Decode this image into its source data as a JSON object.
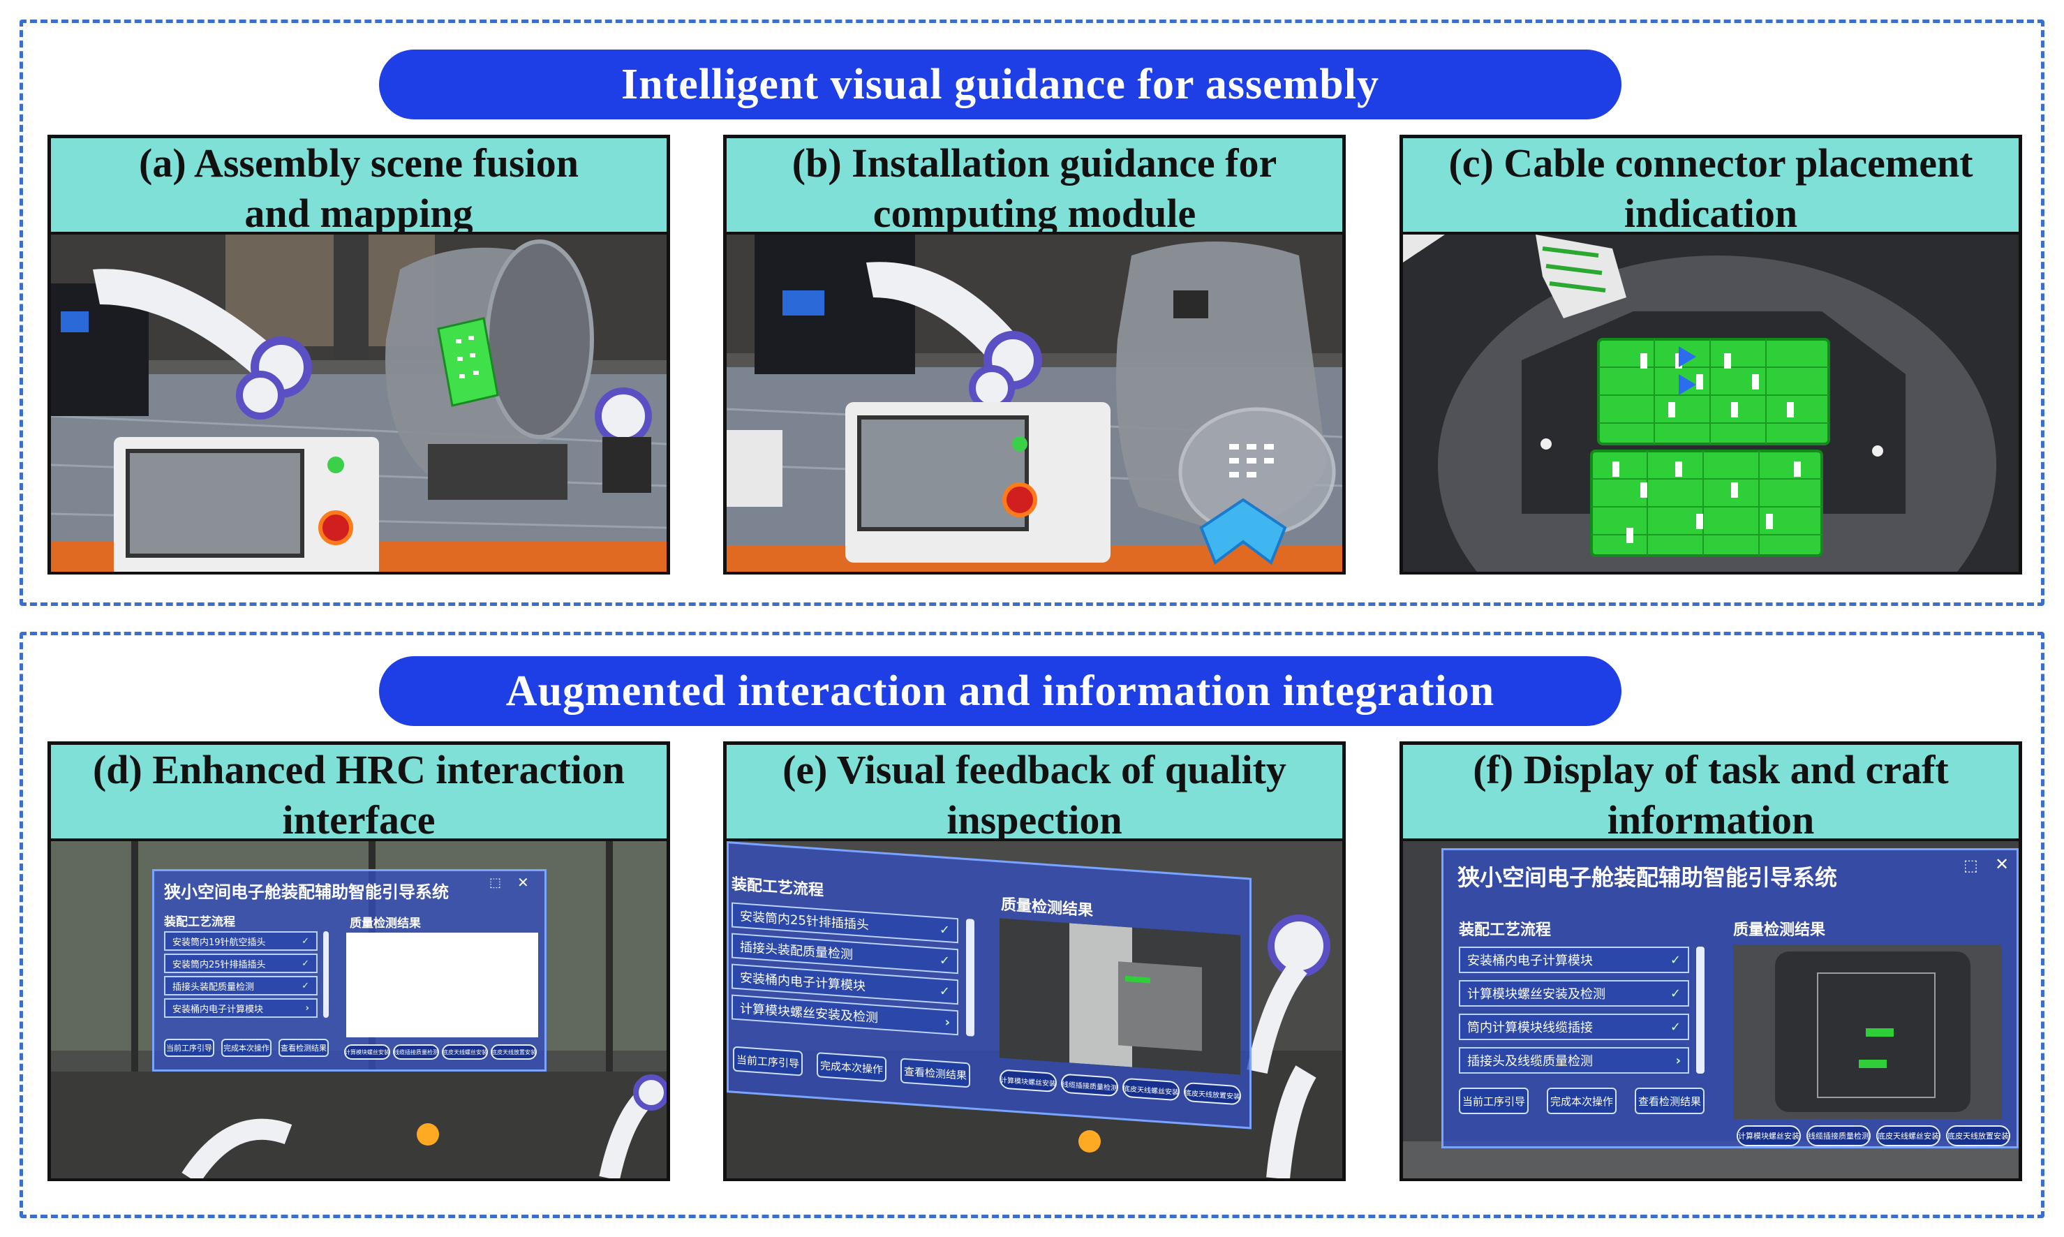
{
  "sections": {
    "top": {
      "banner": "Intelligent visual guidance for assembly",
      "panels": [
        {
          "label_line1": "(a) Assembly scene fusion",
          "label_line2": "and mapping"
        },
        {
          "label_line1": "(b) Installation guidance for",
          "label_line2": "computing module"
        },
        {
          "label_line1": "(c) Cable connector placement",
          "label_line2": "indication"
        }
      ]
    },
    "bottom": {
      "banner": "Augmented interaction and information integration",
      "panels": [
        {
          "label_line1": "(d) Enhanced HRC interaction",
          "label_line2": "interface"
        },
        {
          "label_line1": "(e) Visual feedback of quality",
          "label_line2": "inspection"
        },
        {
          "label_line1": "(f) Display of task and craft",
          "label_line2": "information"
        }
      ]
    }
  },
  "hud": {
    "title": "狭小空间电子舱装配辅助智能引导系统",
    "process_title": "装配工艺流程",
    "result_title": "质量检测结果",
    "top_icons": [
      "面板隐藏",
      "面板关闭"
    ],
    "d_steps": [
      "安装筒内19针航空插头",
      "安装筒内25针排插插头",
      "插接头装配质量检测",
      "安装桶内电子计算模块"
    ],
    "e_steps": [
      "安装筒内25针排插插头",
      "插接头装配质量检测",
      "安装桶内电子计算模块",
      "计算模块螺丝安装及检测"
    ],
    "f_steps": [
      "安装桶内电子计算模块",
      "计算模块螺丝安装及检测",
      "筒内计算模块线缆插接",
      "插接头及线缆质量检测"
    ],
    "buttons": [
      "当前工序引导",
      "完成本次操作",
      "查看检测结果"
    ],
    "pills": [
      "计算模块螺丝安装",
      "线缆插接质量检测",
      "底皮天线螺丝安装",
      "底皮天线放置安装"
    ],
    "check": "✓",
    "next": "›"
  },
  "colors": {
    "banner": "#1f3fe6",
    "header": "#7fe0d8",
    "dashed_border": "#3a6fcf",
    "pcb_green": "#2fcf3a",
    "hud_blue": "#344ebe"
  }
}
